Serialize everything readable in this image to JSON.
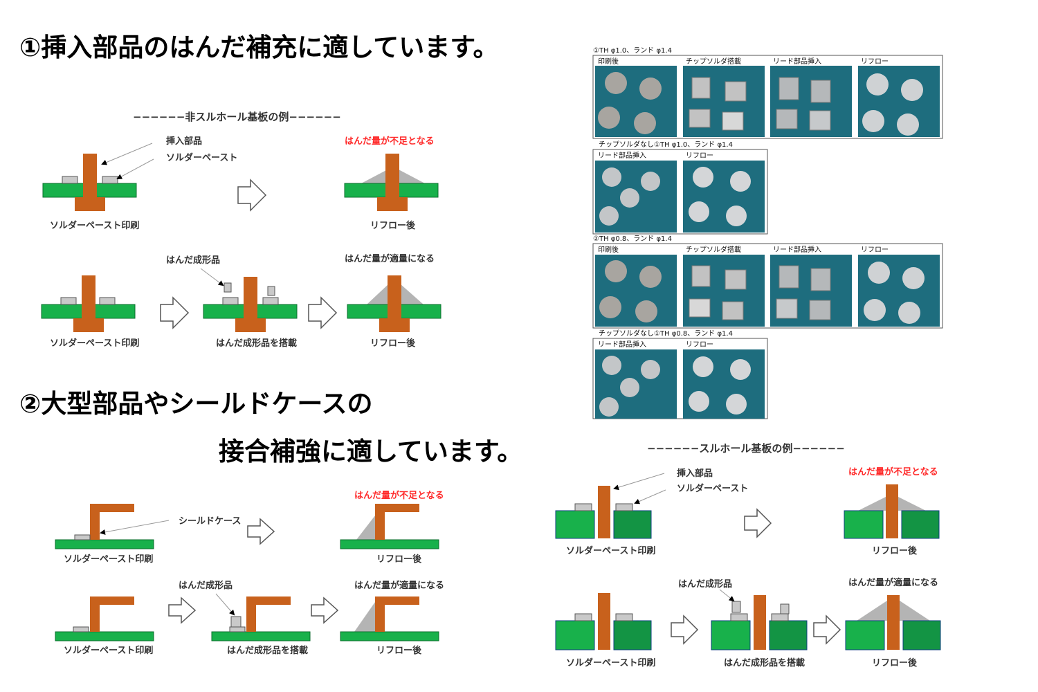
{
  "headings": {
    "h1": "①挿入部品のはんだ補充に適しています。",
    "h2a": "②大型部品やシールドケースの",
    "h2b": "接合補強に適しています。"
  },
  "nonthrough": {
    "title": "−−−−−−非スルホール基板の例−−−−−−",
    "label_part": "挿入部品",
    "label_paste": "ソルダーペースト",
    "label_short": "はんだ量が不足となる",
    "label_print1": "ソルダーペースト印刷",
    "label_reflow1": "リフロー後",
    "label_preform": "はんだ成形品",
    "label_ok": "はんだ量が適量になる",
    "label_print2": "ソルダーペースト印刷",
    "label_mount": "はんだ成形品を搭載",
    "label_reflow2": "リフロー後"
  },
  "through": {
    "title": "−−−−−−スルホール基板の例−−−−−−",
    "label_part": "挿入部品",
    "label_paste": "ソルダーペースト",
    "label_short": "はんだ量が不足となる",
    "label_print1": "ソルダーペースト印刷",
    "label_reflow1": "リフロー後",
    "label_preform": "はんだ成形品",
    "label_ok": "はんだ量が適量になる",
    "label_print2": "ソルダーペースト印刷",
    "label_mount": "はんだ成形品を搭載",
    "label_reflow2": "リフロー後"
  },
  "shield": {
    "label_case": "シールドケース",
    "label_short": "はんだ量が不足となる",
    "label_print1": "ソルダーペースト印刷",
    "label_reflow1": "リフロー後",
    "label_preform": "はんだ成形品",
    "label_ok": "はんだ量が適量になる",
    "label_print2": "ソルダーペースト印刷",
    "label_mount": "はんだ成形品を搭載",
    "label_reflow2": "リフロー後"
  },
  "photos": {
    "sec1": "①TH φ1.0、ランド φ1.4",
    "sec2": "チップソルダなし①TH φ1.0、ランド φ1.4",
    "sec3": "②TH φ0.8、ランド φ1.4",
    "sec4": "チップソルダなし①TH φ0.8、ランド φ1.4",
    "col_print": "印刷後",
    "col_chip": "チップソルダ搭載",
    "col_lead": "リード部品挿入",
    "col_reflow": "リフロー"
  },
  "colors": {
    "board": "#18b14b",
    "board_dark": "#139444",
    "copper": "#c8611c",
    "paste": "#c9c9c9",
    "fillet": "#b4b4b4",
    "photo_bg": "#1e6d7e",
    "red_text": "#ff2a2a"
  }
}
